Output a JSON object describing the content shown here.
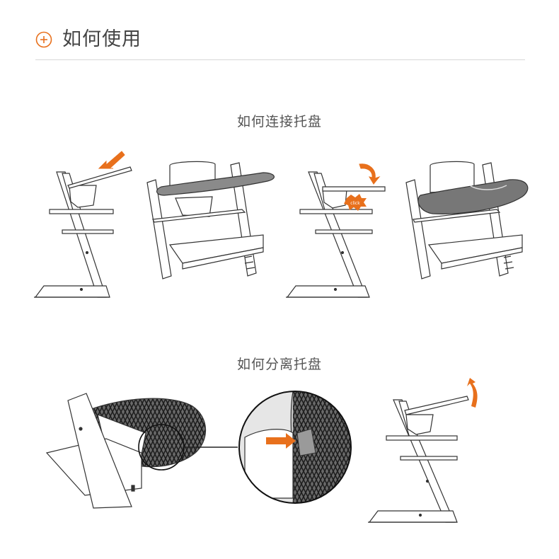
{
  "header": {
    "title": "如何使用",
    "accent_color": "#e8701c",
    "icon": "plus-circle-icon"
  },
  "sections": [
    {
      "title": "如何连接托盘"
    },
    {
      "title": "如何分离托盘"
    }
  ],
  "illustrations": {
    "click_label": "click",
    "stroke_color": "#333333",
    "tray_color": "#777777",
    "arrow_color": "#e8701c"
  }
}
